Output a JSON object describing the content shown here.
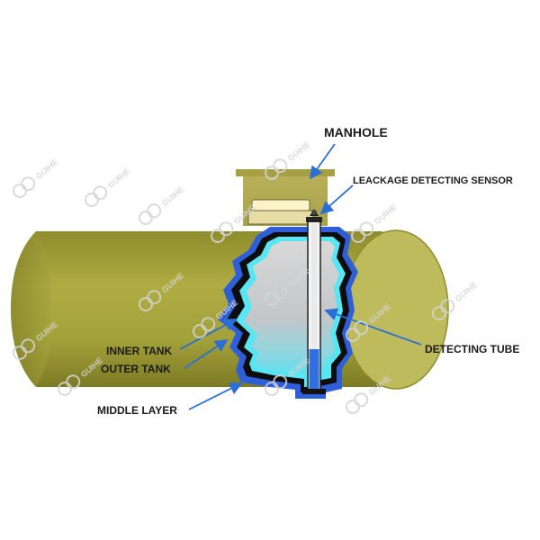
{
  "labels": {
    "manhole": "MANHOLE",
    "sensor": "LEACKAGE DETECTING SENSOR",
    "inner_tank": "INNER TANK",
    "outer_tank": "OUTER TANK",
    "middle_layer": "MIDDLE LAYER",
    "detecting_tube": "DETECTING TUBE"
  },
  "watermark": {
    "text": "GUIHE",
    "icon": "guihe-logo-icon"
  },
  "colors": {
    "tank_body": "#a6a43a",
    "tank_end": "#bcba5a",
    "manhole": "#b9b25c",
    "outer_shell": "#2f5fd8",
    "liquid_cyan": "#58e6f2",
    "liquid_grey": "#c6c6c6",
    "arrow": "#2b6fd6"
  }
}
